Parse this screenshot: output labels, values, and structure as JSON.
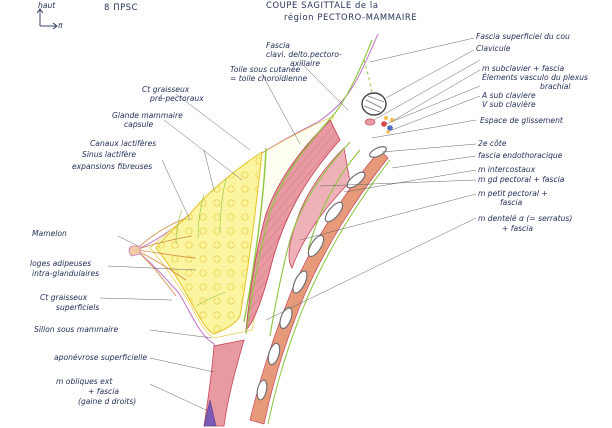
{
  "header": {
    "orientation": "haut",
    "orientation_right": "π",
    "code": "8 ΠPSC"
  },
  "title": {
    "line1": "COUPE SAGITTALE de la",
    "line2": "région PECTORO-MAMMAIRE"
  },
  "labels_top": [
    {
      "id": "fascia-clavi",
      "lines": [
        "Fascia",
        "clavi. delto.pectoro-",
        "axillaire"
      ]
    },
    {
      "id": "toile",
      "lines": [
        "Toile sous cutanée",
        "= toile choroïdienne"
      ]
    }
  ],
  "labels_right": [
    {
      "id": "fascia-cou",
      "lines": [
        "Fascia superficiel du cou"
      ]
    },
    {
      "id": "clavicule",
      "lines": [
        "Clavicule"
      ]
    },
    {
      "id": "subclavier",
      "lines": [
        "m subclavier + fascia"
      ]
    },
    {
      "id": "vasculo",
      "lines": [
        "Élements vasculo du plexus",
        "brachial"
      ]
    },
    {
      "id": "a-sub",
      "lines": [
        "A sub claviere"
      ]
    },
    {
      "id": "v-sub",
      "lines": [
        "V sub clavière"
      ]
    },
    {
      "id": "glissement",
      "lines": [
        "Espace de glissement"
      ]
    },
    {
      "id": "cote",
      "lines": [
        "2e côte"
      ]
    },
    {
      "id": "endo",
      "lines": [
        "fascia endothoracique"
      ]
    },
    {
      "id": "intercostaux",
      "lines": [
        "m intercostaux"
      ]
    },
    {
      "id": "gd-pectoral",
      "lines": [
        "m gd pectoral + fascia"
      ]
    },
    {
      "id": "pt-pectoral",
      "lines": [
        "m petit pectoral +",
        "fascia"
      ]
    },
    {
      "id": "dentele",
      "lines": [
        "m dentelé α (= serratus)",
        "+ fascia"
      ]
    }
  ],
  "labels_left": [
    {
      "id": "graisseux-pre",
      "lines": [
        "Ct graisseux",
        "pré-pectoraux"
      ]
    },
    {
      "id": "glande",
      "lines": [
        "Glande mammaire",
        "capsule"
      ]
    },
    {
      "id": "canaux",
      "lines": [
        "Canaux lactifères",
        "Sinus lactifère",
        "expansions fibreuses"
      ]
    },
    {
      "id": "mamelon",
      "lines": [
        "Mamelon"
      ]
    },
    {
      "id": "loges",
      "lines": [
        "loges adipeuses",
        "intra-glandulaires"
      ]
    },
    {
      "id": "graisseux-sup",
      "lines": [
        "Ct graisseux",
        "superficiels"
      ]
    },
    {
      "id": "sillon",
      "lines": [
        "Sillon sous mammaire"
      ]
    },
    {
      "id": "aponevrose",
      "lines": [
        "aponévrose superficielle"
      ]
    },
    {
      "id": "obliques",
      "lines": [
        "m obliques ext",
        "+ fascia",
        "(gaine d droits)"
      ]
    }
  ],
  "colors": {
    "ink": "#26305a",
    "skin": "#c77dc8",
    "gland": "#fbf4a0",
    "gland_edge": "#e6c227",
    "fascia": "#8cc63f",
    "muscle": "#e89aa2",
    "muscle_dark": "#c8455a",
    "bone": "#6f6f6f",
    "wall": "#e79a7a"
  }
}
